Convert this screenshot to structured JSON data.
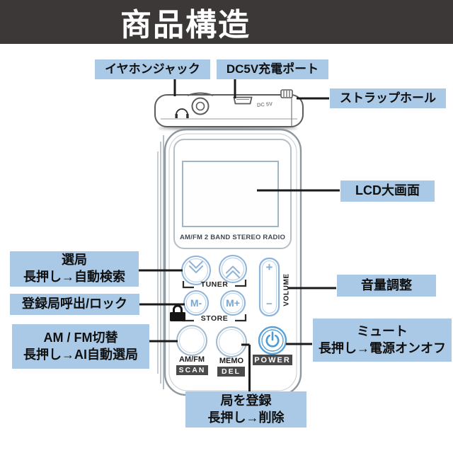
{
  "header": {
    "title": "商品構造"
  },
  "callouts": {
    "earphone": {
      "line1": "イヤホンジャック"
    },
    "dc5v": {
      "line1": "DC5V充電ポート"
    },
    "strap": {
      "line1": "ストラップホール"
    },
    "lcd": {
      "line1": "LCD大画面"
    },
    "tuning": {
      "line1": "選局",
      "line2": "長押し→自動検索"
    },
    "recall": {
      "line1": "登録局呼出/ロック"
    },
    "amfm": {
      "line1": "AM / FM切替",
      "line2": "長押し→AI自動選局"
    },
    "volume": {
      "line1": "音量調整"
    },
    "mute": {
      "line1": "ミュート",
      "line2": "長押し→電源オンオフ"
    },
    "store": {
      "line1": "局を登録",
      "line2": "長押し→削除"
    }
  },
  "device": {
    "radio_text": "AM/FM 2 BAND STEREO RADIO",
    "dc_text": "DC 5V",
    "tuner_label": "TUNER",
    "store_label": "STORE",
    "m_minus": "M-",
    "m_plus": "M+",
    "amfm_label": "AM/FM",
    "scan_label": "SCAN",
    "memo_label": "MEMO",
    "del_label": "DEL",
    "power_label": "POWER",
    "volume_label": "VOLUME",
    "plus": "+",
    "minus": "−"
  },
  "colors": {
    "header_bg": "#3b3837",
    "label_bg": "#a9c9e6",
    "connector": "#1a1a1a",
    "button_stroke": "#8fb3d9",
    "power_blue": "#4f9ad3",
    "dark_box": "#4a4a4a"
  }
}
